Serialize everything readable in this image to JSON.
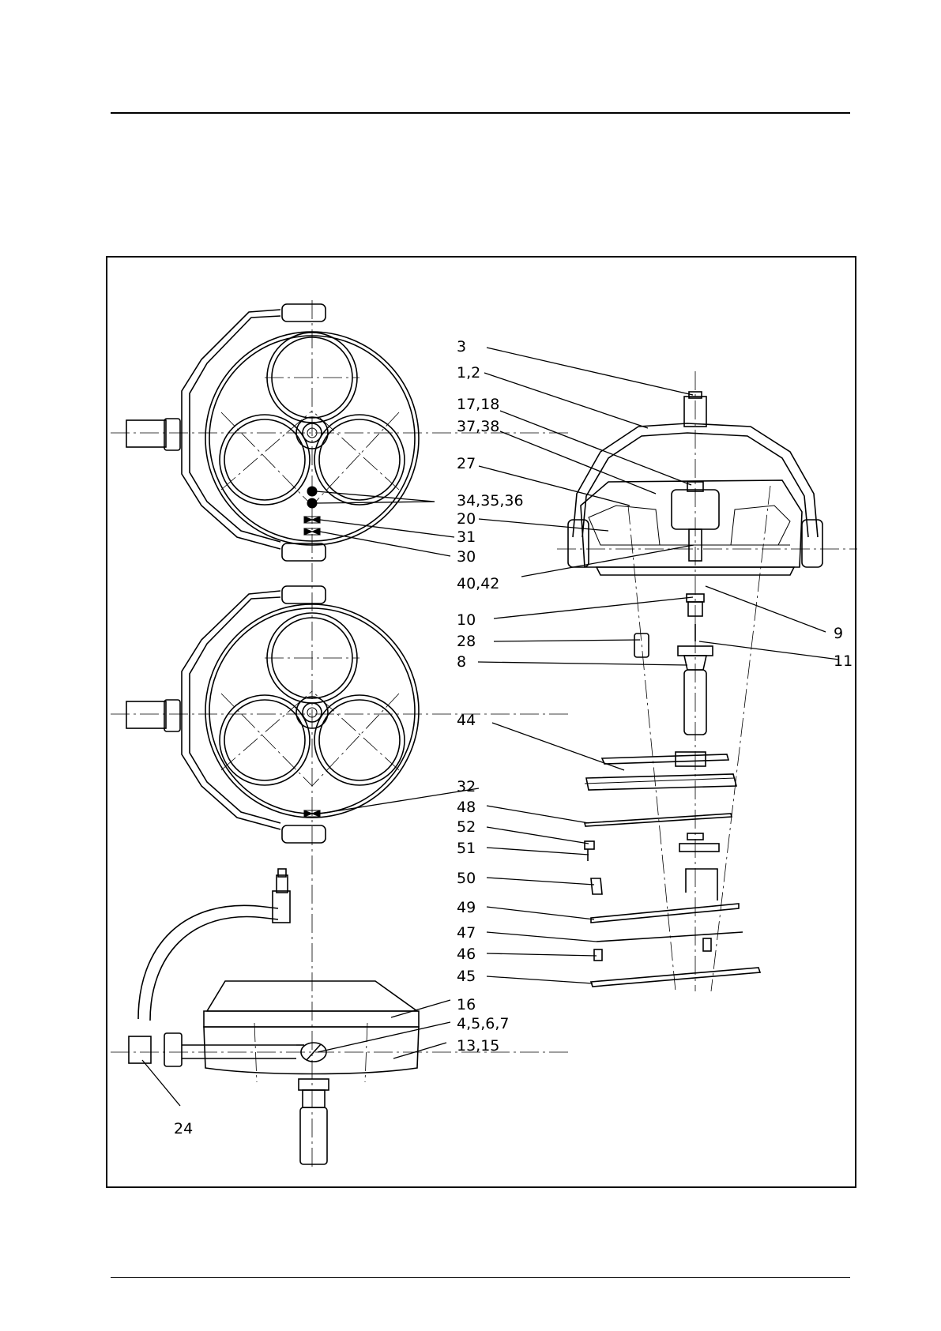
{
  "callouts": [
    {
      "id": "c3",
      "text": "3"
    },
    {
      "id": "c1-2",
      "text": "1,2"
    },
    {
      "id": "c17-18",
      "text": "17,18"
    },
    {
      "id": "c37-38",
      "text": "37,38"
    },
    {
      "id": "c27",
      "text": "27"
    },
    {
      "id": "c34-35-36",
      "text": "34,35,36"
    },
    {
      "id": "c20",
      "text": "20"
    },
    {
      "id": "c31",
      "text": "31"
    },
    {
      "id": "c30",
      "text": "30"
    },
    {
      "id": "c40-42",
      "text": "40,42"
    },
    {
      "id": "c10",
      "text": "10"
    },
    {
      "id": "c9",
      "text": "9"
    },
    {
      "id": "c28",
      "text": "28"
    },
    {
      "id": "c11",
      "text": "11"
    },
    {
      "id": "c8",
      "text": "8"
    },
    {
      "id": "c44",
      "text": "44"
    },
    {
      "id": "c32",
      "text": "32"
    },
    {
      "id": "c48",
      "text": "48"
    },
    {
      "id": "c52",
      "text": "52"
    },
    {
      "id": "c51",
      "text": "51"
    },
    {
      "id": "c50",
      "text": "50"
    },
    {
      "id": "c49",
      "text": "49"
    },
    {
      "id": "c47",
      "text": "47"
    },
    {
      "id": "c46",
      "text": "46"
    },
    {
      "id": "c45",
      "text": "45"
    },
    {
      "id": "c16",
      "text": "16"
    },
    {
      "id": "c4-5-6-7",
      "text": "4,5,6,7"
    },
    {
      "id": "c13-15",
      "text": "13,15"
    },
    {
      "id": "c24",
      "text": "24"
    }
  ]
}
